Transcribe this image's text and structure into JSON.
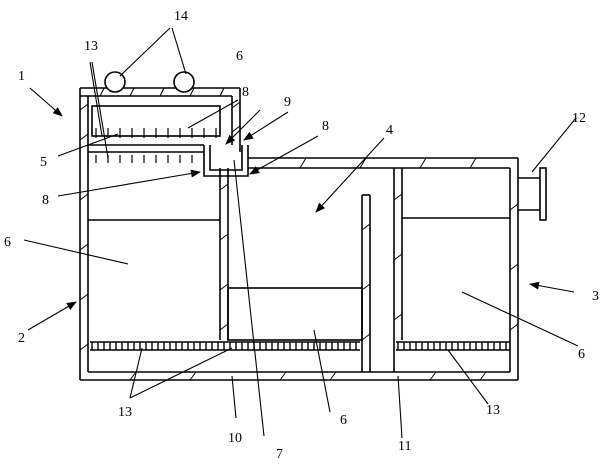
{
  "labels": {
    "l1": "1",
    "l2": "2",
    "l3": "3",
    "l4": "4",
    "l5": "5",
    "l6_top": "6",
    "l6_left": "6",
    "l6_right": "6",
    "l6_bottom": "6",
    "l7": "7",
    "l8_top": "8",
    "l8_right": "8",
    "l8_left": "8",
    "l9": "9",
    "l10": "10",
    "l11": "11",
    "l12": "12",
    "l13_top": "13",
    "l13_bottom_left": "13",
    "l13_bottom_right": "13",
    "l14": "14"
  },
  "colors": {
    "ink": "#000000",
    "paper": "#ffffff"
  }
}
